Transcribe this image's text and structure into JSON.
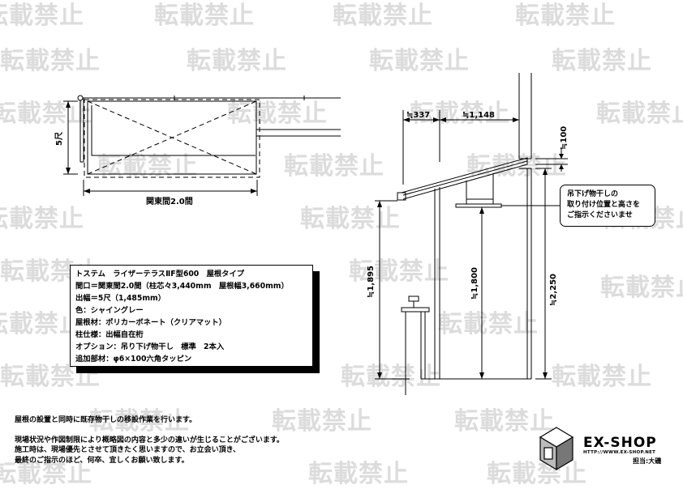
{
  "watermark": "転載禁止",
  "spec": {
    "title": "トステム　ライザーテラスⅡF型600　屋根タイプ",
    "lines": [
      "間口＝関東間2.0間（柱芯々3,440mm　屋根幅3,660mm）",
      "出幅＝5尺（1,485mm）",
      "色：シャイングレー",
      "屋根材：ポリカーボネート（クリアマット）",
      "柱仕様：出幅自在桁",
      "オプション：吊り下げ物干し　標準　2本入",
      "追加部材：φ6×100六角タッピン"
    ]
  },
  "plan": {
    "width_label": "関東間2.0間",
    "depth_label": "5尺"
  },
  "section": {
    "dim_overhang": "≒337",
    "dim_depth": "≒1,148",
    "dim_top": "≒100",
    "dim_eave": "≒1,895",
    "dim_hanger": "≒1,800",
    "dim_height": "≒2,250"
  },
  "callout": {
    "lines": [
      "吊下げ物干しの",
      "取り付け位置と高さを",
      "ご指示くださいませ"
    ]
  },
  "notes": {
    "line1": "屋根の設置と同時に既存物干しの移設作業を行います。",
    "line2": "現場状況や作図制限により概略図の内容と多少の違いが生じることがございます。",
    "line3": "施工時は、現場優先とさせて頂きたく思いますので、お立会い頂き、",
    "line4": "最終のご指示のほど、何卒、宜しくお願い致します。"
  },
  "logo": {
    "name": "EX-SHOP",
    "url": "HTTP://WWW.EX-SHOP.NET",
    "staff": "担当:大磯"
  }
}
